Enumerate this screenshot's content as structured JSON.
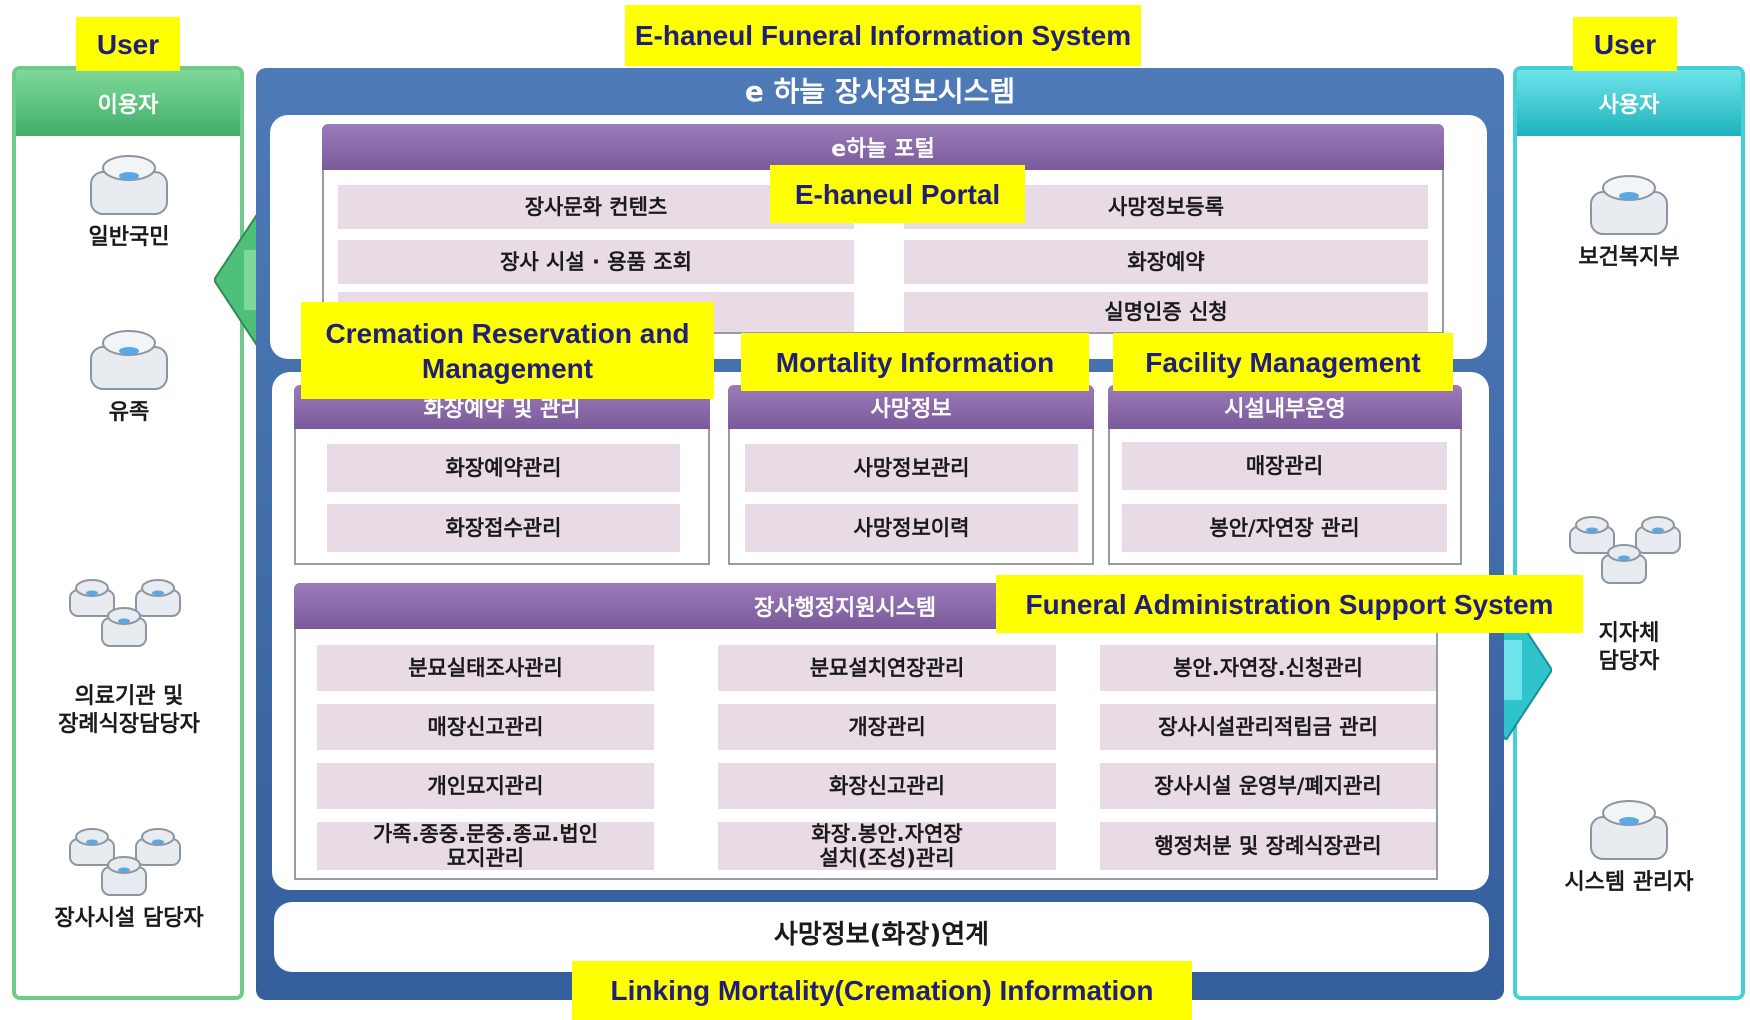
{
  "labels": {
    "system_en": "E-haneul Funeral Information System",
    "user_left_en": "User",
    "user_right_en": "User",
    "portal_en": "E-haneul Portal",
    "cremation_en": "Cremation Reservation and Management",
    "mortality_en": "Mortality Information",
    "facility_en": "Facility Management",
    "admin_en": "Funeral Administration Support System",
    "linking_en": "Linking Mortality(Cremation) Information"
  },
  "left_panel": {
    "title": "이용자",
    "actors": [
      "일반국민",
      "유족",
      "의료기관 및\n장례식장담당자",
      "장사시설 담당자"
    ]
  },
  "right_panel": {
    "title": "사용자",
    "actors": [
      "보건복지부",
      "지자체\n담당자",
      "시스템 관리자"
    ]
  },
  "system": {
    "title": "e 하늘 장사정보시스템",
    "portal": {
      "title": "e하늘 포털",
      "items": [
        "장사문화 컨텐츠",
        "사망정보등록",
        "장사 시설 · 용품 조회",
        "화장예약",
        "실명인증 신청"
      ]
    },
    "cremation": {
      "title": "화장예약 및 관리",
      "items": [
        "화장예약관리",
        "화장접수관리"
      ]
    },
    "mortality": {
      "title": "사망정보",
      "items": [
        "사망정보관리",
        "사망정보이력"
      ]
    },
    "facility": {
      "title": "시설내부운영",
      "items": [
        "매장관리",
        "봉안/자연장 관리"
      ]
    },
    "admin": {
      "title": "장사행정지원시스템",
      "col1": [
        "분묘실태조사관리",
        "매장신고관리",
        "개인묘지관리",
        "가족.종중.문중.종교.법인\n묘지관리"
      ],
      "col2": [
        "분묘설치연장관리",
        "개장관리",
        "화장신고관리",
        "화장.봉안.자연장\n설치(조성)관리"
      ],
      "col3": [
        "봉안.자연장.신청관리",
        "장사시설관리적립금 관리",
        "장사시설 운영부/폐지관리",
        "행정처분 및 장례식장관리"
      ]
    },
    "linking": "사망정보(화장)연계"
  },
  "colors": {
    "frame_blue": "#345f9c",
    "purple_header": "#8a6aa8",
    "cell_pink": "#e9dbe6",
    "label_yellow": "#ffff00",
    "left_green": "#3fae68",
    "right_cyan": "#1fb3bd"
  }
}
